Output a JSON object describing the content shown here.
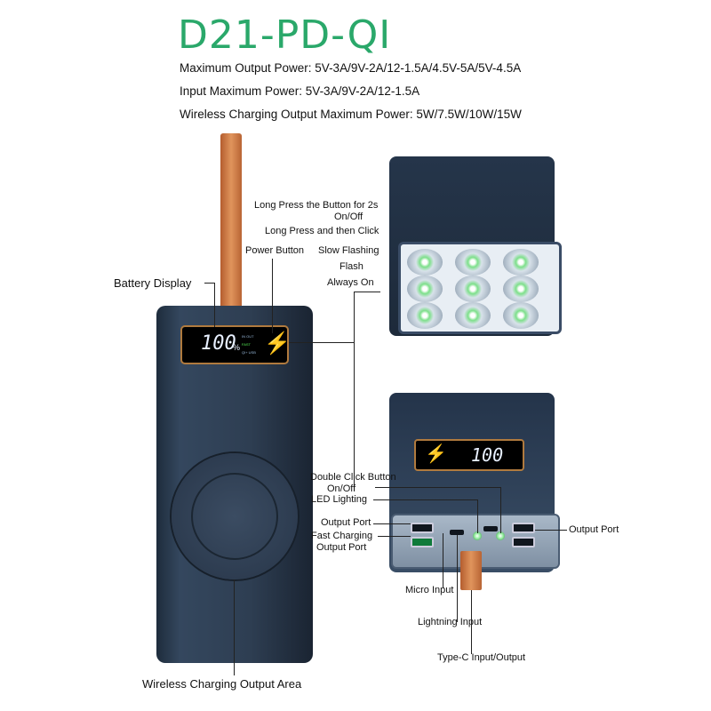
{
  "header": {
    "title": "D21-PD-QI",
    "specs": [
      "Maximum Output Power: 5V-3A/9V-2A/12-1.5A/4.5V-5A/5V-4.5A",
      "Input Maximum Power: 5V-3A/9V-2A/12-1.5A",
      "Wireless Charging Output Maximum Power: 5W/7.5W/10W/15W"
    ]
  },
  "front": {
    "display_digits": "100",
    "display_unit": "%",
    "display_small": [
      "IN OUT",
      "FAST",
      "QI+ USB"
    ],
    "labels": {
      "battery_display": "Battery Display",
      "power_button": "Power Button",
      "wireless_area": "Wireless Charging Output Area"
    }
  },
  "flash": {
    "labels": {
      "long_press": "Long Press the Button for 2s",
      "on_off": "On/Off",
      "long_press_click": "Long Press and then Click",
      "slow_flashing": "Slow Flashing",
      "flash": "Flash",
      "always_on": "Always On"
    }
  },
  "ports": {
    "display_digits": "100",
    "labels": {
      "double_click": "Double Click Button",
      "on_off": "On/Off",
      "led_lighting": "LED Lighting",
      "output_port_left": "Output Port",
      "fast_charging": "Fast Charging",
      "fast_charging_2": "Output Port",
      "output_port_right": "Output Port",
      "micro_input": "Micro Input",
      "lightning_input": "Lightning Input",
      "typec": "Type-C Input/Output"
    }
  }
}
